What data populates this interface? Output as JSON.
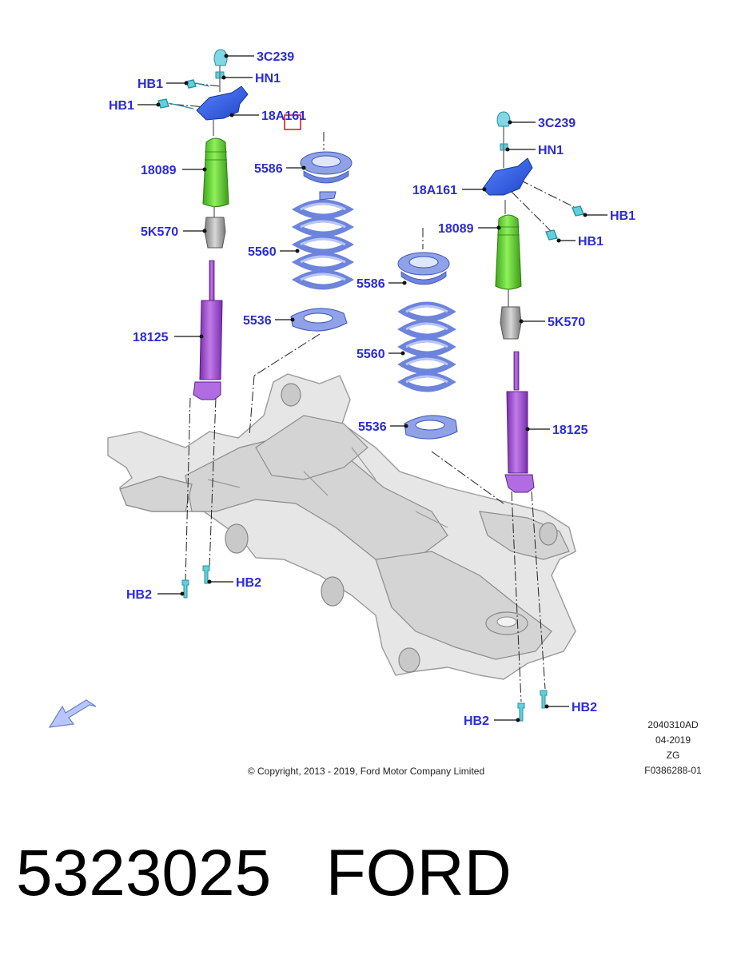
{
  "labels": {
    "l_3c239": "3C239",
    "l_hn1": "HN1",
    "l_hb1a": "HB1",
    "l_hb1b": "HB1",
    "l_18a161": "18A161",
    "l_18089": "18089",
    "l_5k570": "5K570",
    "l_18125": "18125",
    "l_5586": "5586",
    "l_5560": "5560",
    "l_5536": "5536",
    "r_3c239": "3C239",
    "r_hn1": "HN1",
    "r_18a161": "18A161",
    "r_hb1a": "HB1",
    "r_hb1b": "HB1",
    "r_18089": "18089",
    "r_5k570": "5K570",
    "r_18125": "18125",
    "m_5586": "5586",
    "m_5560": "5560",
    "m_5536": "5536",
    "hb2_a": "HB2",
    "hb2_b": "HB2",
    "hb2_c": "HB2",
    "hb2_d": "HB2"
  },
  "copyright": "© Copyright, 2013 - 2019, Ford Motor Company Limited",
  "info": {
    "code": "2040310AD",
    "date": "04-2019",
    "region": "ZG",
    "ref": "F0386288-01"
  },
  "part_number": "5323025",
  "brand": "FORD",
  "colors": {
    "damper": "#a64fd6",
    "boot": "#5fd02e",
    "spring": "#8fa2e8",
    "mount": "#2f5fe0",
    "nut": "#5fd0dd",
    "bump_stop": "#a8a8a8",
    "frame": "#e6e6e6",
    "label": "#2b2bd6"
  }
}
